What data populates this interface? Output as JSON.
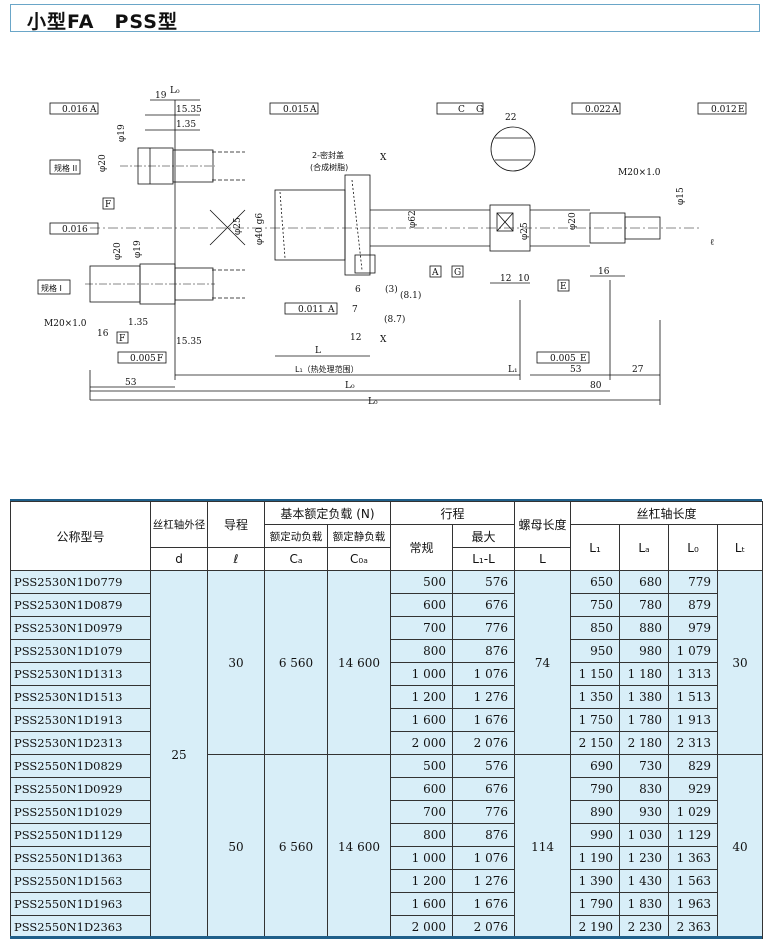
{
  "title": "小型FA　PSS型",
  "drawing": {
    "labels": {
      "g_tol1": "0.016",
      "g_tol1_ref": "A",
      "g_d19": "19",
      "g_l0": "L₀",
      "g_1535a": "15.35",
      "g_135a": "1.35",
      "g_phi19": "φ19",
      "g_phi20a": "φ20",
      "g_spec2": "规格 II",
      "g_f1": "F",
      "g_tol2": "0.016",
      "g_phi19b": "φ19",
      "g_phi20b": "φ20",
      "g_spec1": "规格 I",
      "g_m20a": "M20×1.0",
      "g_16a": "16",
      "g_135b": "1.35",
      "g_f2": "F",
      "g_1535b": "15.35",
      "g_tol3": "0.005",
      "g_tol3_ref": "F",
      "g_tol4": "0.015",
      "g_tol4_ref": "A",
      "g_seal": "2-密封盖",
      "g_seal2": "(合成树脂)",
      "g_phi25": "φ25",
      "g_phi40": "φ40 g6",
      "g_phi62": "φ62",
      "g_x1": "X",
      "g_x2": "X",
      "g_6": "6",
      "g_3": "(3)",
      "g_81": "(8.1)",
      "g_7": "7",
      "g_87": "(8.7)",
      "g_12a": "12",
      "g_tol5": "0.011",
      "g_tol5_ref": "A",
      "g_L": "L",
      "g_L1hot": "L₁（热处理范围）",
      "g_L1": "L₁",
      "g_53a": "53",
      "g_Lo": "L₀",
      "g_Lbottom": "L₀",
      "g_flat": "C",
      "g_flat_ref": "G",
      "g_22": "22",
      "g_phi25b": "φ25",
      "g_12b": "12",
      "g_10": "10",
      "g_A": "A",
      "g_G": "G",
      "g_tol6": "0.022",
      "g_tol6_ref": "A",
      "g_phi20c": "φ20",
      "g_E": "E",
      "g_m20b": "M20×1.0",
      "g_16b": "16",
      "g_tol7": "0.012",
      "g_tol7_ref": "E",
      "g_phi15": "φ15",
      "g_tol8": "0.005",
      "g_tol8_ref": "E",
      "g_53b": "53",
      "g_27": "27",
      "g_80": "80",
      "g_ell": "ℓ"
    }
  },
  "table": {
    "headers": {
      "model": "公称型号",
      "shaft_dia": "丝杠轴外径",
      "shaft_dia_sym": "d",
      "lead": "导程",
      "lead_sym": "ℓ",
      "load": "基本额定负载 (N)",
      "dyn": "额定动负载",
      "dyn_sym": "Cₐ",
      "stat": "额定静负载",
      "stat_sym": "C₀ₐ",
      "stroke": "行程",
      "stroke_normal": "常规",
      "stroke_max": "最大",
      "stroke_max_sym": "L₁-L",
      "nut_len": "螺母长度",
      "nut_len_sym": "L",
      "shaft_len": "丝杠轴长度",
      "l1": "L₁",
      "la": "Lₐ",
      "lo": "L₀",
      "lt": "Lₜ"
    },
    "group1": {
      "lead": "30",
      "dyn": "6 560",
      "stat": "14 600",
      "nut": "74",
      "lt": "30"
    },
    "group2": {
      "lead": "50",
      "dyn": "6 560",
      "stat": "14 600",
      "nut": "114",
      "lt": "40"
    },
    "shaft_dia_value": "25",
    "rows": [
      {
        "model": "PSS2530N1D0779",
        "normal": "500",
        "max": "576",
        "l1": "650",
        "la": "680",
        "lo": "779"
      },
      {
        "model": "PSS2530N1D0879",
        "normal": "600",
        "max": "676",
        "l1": "750",
        "la": "780",
        "lo": "879"
      },
      {
        "model": "PSS2530N1D0979",
        "normal": "700",
        "max": "776",
        "l1": "850",
        "la": "880",
        "lo": "979"
      },
      {
        "model": "PSS2530N1D1079",
        "normal": "800",
        "max": "876",
        "l1": "950",
        "la": "980",
        "lo": "1 079"
      },
      {
        "model": "PSS2530N1D1313",
        "normal": "1 000",
        "max": "1 076",
        "l1": "1 150",
        "la": "1 180",
        "lo": "1 313"
      },
      {
        "model": "PSS2530N1D1513",
        "normal": "1 200",
        "max": "1 276",
        "l1": "1 350",
        "la": "1 380",
        "lo": "1 513"
      },
      {
        "model": "PSS2530N1D1913",
        "normal": "1 600",
        "max": "1 676",
        "l1": "1 750",
        "la": "1 780",
        "lo": "1 913"
      },
      {
        "model": "PSS2530N1D2313",
        "normal": "2 000",
        "max": "2 076",
        "l1": "2 150",
        "la": "2 180",
        "lo": "2 313"
      },
      {
        "model": "PSS2550N1D0829",
        "normal": "500",
        "max": "576",
        "l1": "690",
        "la": "730",
        "lo": "829"
      },
      {
        "model": "PSS2550N1D0929",
        "normal": "600",
        "max": "676",
        "l1": "790",
        "la": "830",
        "lo": "929"
      },
      {
        "model": "PSS2550N1D1029",
        "normal": "700",
        "max": "776",
        "l1": "890",
        "la": "930",
        "lo": "1 029"
      },
      {
        "model": "PSS2550N1D1129",
        "normal": "800",
        "max": "876",
        "l1": "990",
        "la": "1 030",
        "lo": "1 129"
      },
      {
        "model": "PSS2550N1D1363",
        "normal": "1 000",
        "max": "1 076",
        "l1": "1 190",
        "la": "1 230",
        "lo": "1 363"
      },
      {
        "model": "PSS2550N1D1563",
        "normal": "1 200",
        "max": "1 276",
        "l1": "1 390",
        "la": "1 430",
        "lo": "1 563"
      },
      {
        "model": "PSS2550N1D1963",
        "normal": "1 600",
        "max": "1 676",
        "l1": "1 790",
        "la": "1 830",
        "lo": "1 963"
      },
      {
        "model": "PSS2550N1D2363",
        "normal": "2 000",
        "max": "2 076",
        "l1": "2 190",
        "la": "2 230",
        "lo": "2 363"
      }
    ]
  }
}
